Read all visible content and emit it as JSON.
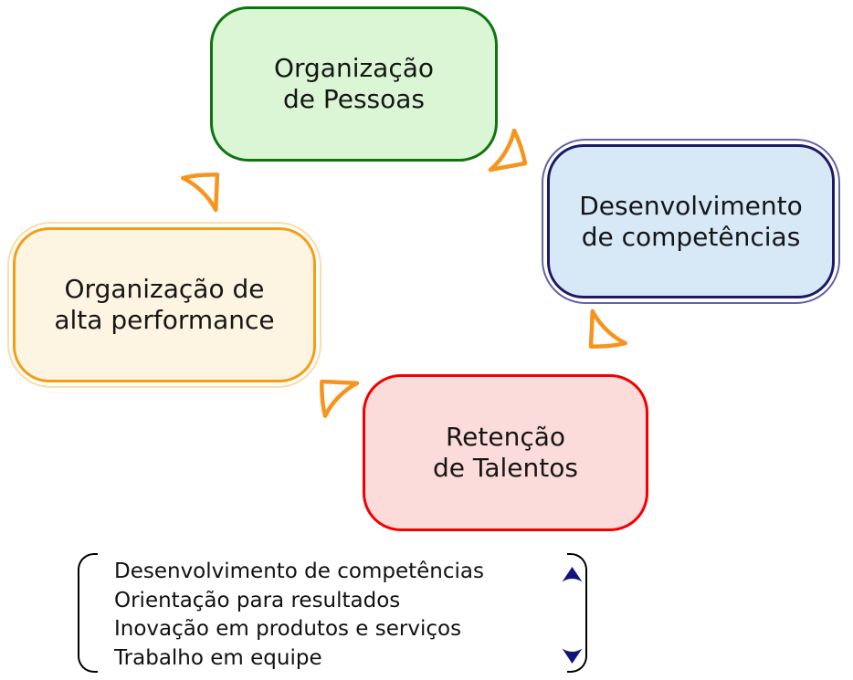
{
  "diagram": {
    "title": "people-management-cycle",
    "nodes": [
      {
        "id": "organizacao-de-pessoas",
        "line1": "Organização",
        "line2": "de Pessoas",
        "fill": "#dbf6d4",
        "border": "#0e750e",
        "ring": "transparent"
      },
      {
        "id": "desenvolvimento-competencias",
        "line1": "Desenvolvimento",
        "line2": "de competências",
        "fill": "#d7e8f7",
        "border": "#1a1a66",
        "ring": "#6363a8"
      },
      {
        "id": "retencao-de-talentos",
        "line1": "Retenção",
        "line2": "de Talentos",
        "fill": "#fbdcda",
        "border": "#f20000",
        "ring": "transparent"
      },
      {
        "id": "organizacao-alta-performance",
        "line1": "Organização de",
        "line2": "alta performance",
        "fill": "#fdf4e2",
        "border": "#f49d13",
        "ring": "#fcdcaa"
      }
    ],
    "arrow_color": "#f7941e"
  },
  "legend": {
    "items": [
      "Desenvolvimento de competências",
      "Orientação para resultados",
      "Inovação em produtos e serviços",
      "Trabalho em equipe"
    ],
    "bracket_color": "#000000",
    "scroll_arrow_color": "#13137c"
  }
}
